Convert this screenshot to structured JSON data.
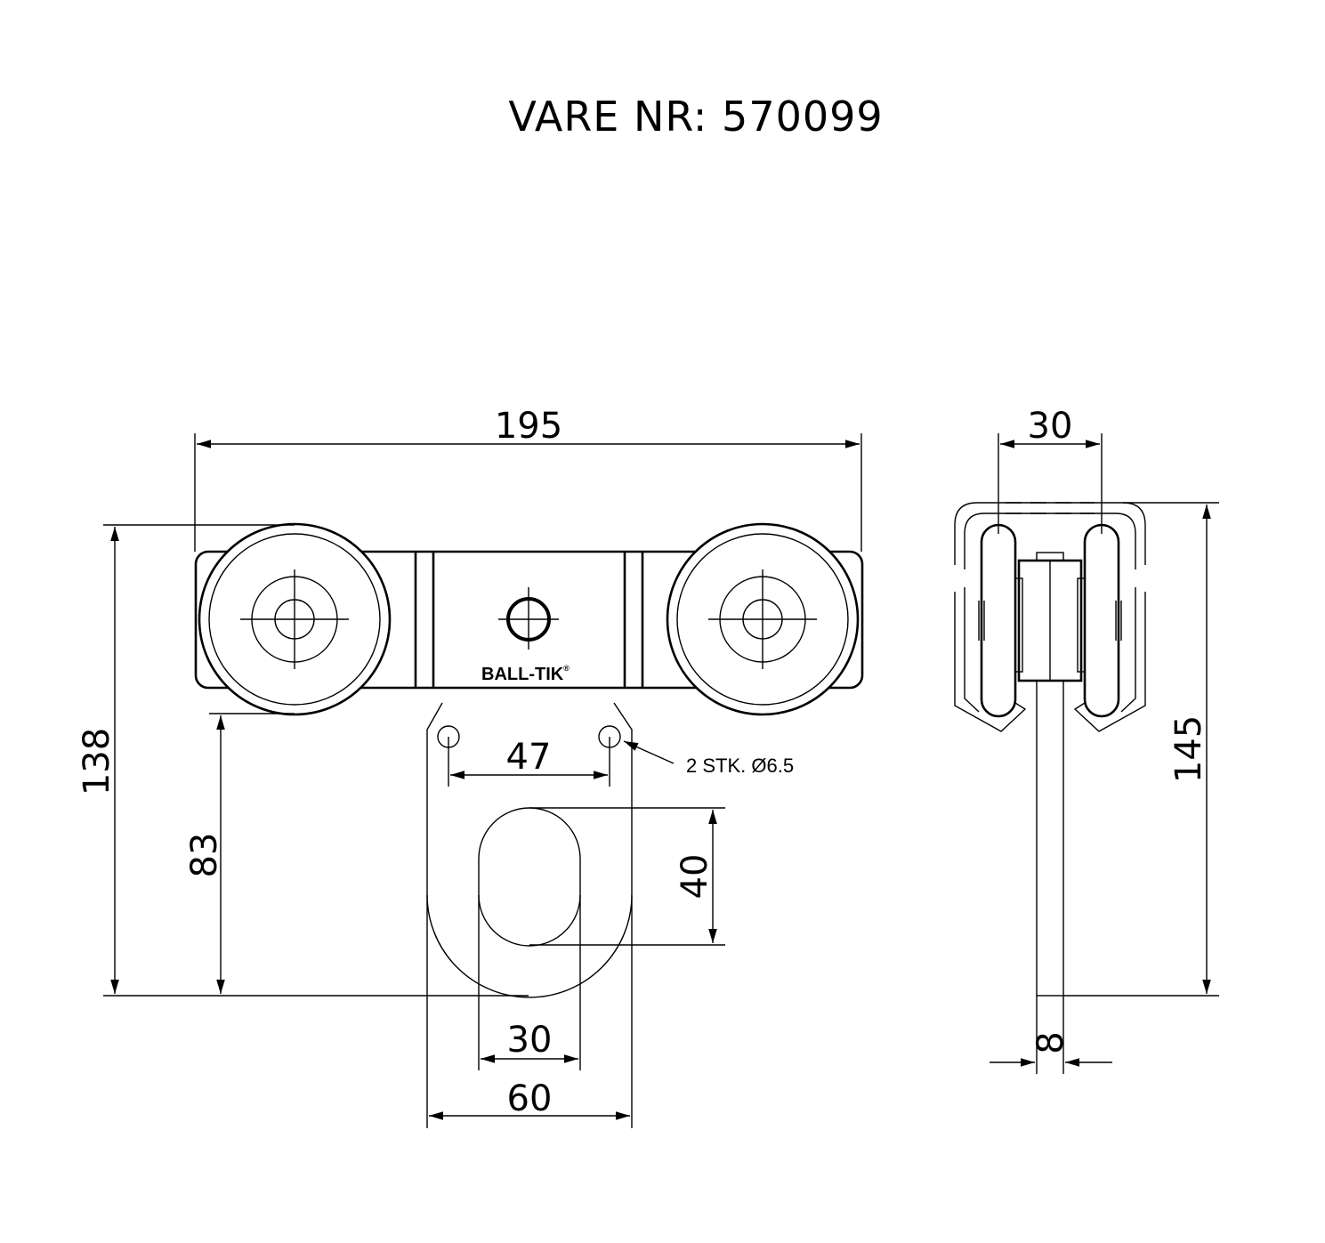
{
  "title": "VARE NR: 570099",
  "brand": {
    "name": "BALL-TIK",
    "registered_mark": "®"
  },
  "dimensions": {
    "overall_width": "195",
    "overall_height": "138",
    "mount_height": "83",
    "hole_spacing": "47",
    "slot_height": "40",
    "slot_width": "30",
    "plate_width": "60",
    "side_width": "30",
    "side_height": "145",
    "plate_thickness": "8"
  },
  "notes": {
    "holes": "2 STK. Ø6.5"
  }
}
